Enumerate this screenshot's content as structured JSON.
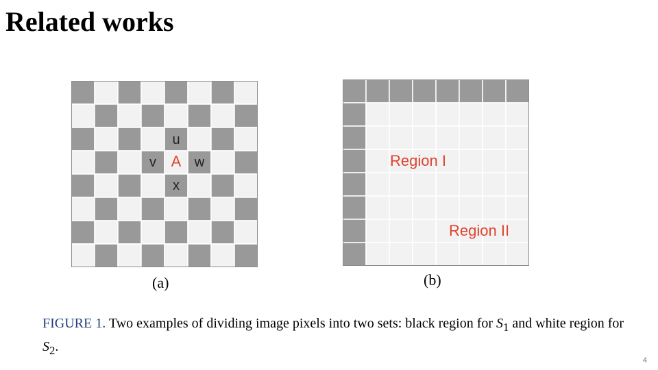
{
  "slide": {
    "title": "Related works",
    "page_number": "4"
  },
  "colors": {
    "dark_cell": "#999999",
    "light_cell": "#f2f2f2",
    "grid_line": "#ffffff",
    "border": "#8c8c8c",
    "accent_red": "#e0442f",
    "caption_blue": "#1f3f7a"
  },
  "figure_a": {
    "label": "(a)",
    "cell_labels": {
      "up": "u",
      "left": "v",
      "center": "A",
      "right": "w",
      "down": "x"
    }
  },
  "figure_b": {
    "label": "(b)",
    "region_1": "Region I",
    "region_2": "Region II"
  },
  "caption": {
    "figure_label": "FIGURE 1.",
    "text_before_s1": " Two examples of dividing image pixels into two sets: black region for ",
    "set_1_symbol": "S",
    "set_1_subscript": "1",
    "text_between": " and white region for ",
    "set_2_symbol": "S",
    "set_2_subscript": "2",
    "text_end": "."
  }
}
